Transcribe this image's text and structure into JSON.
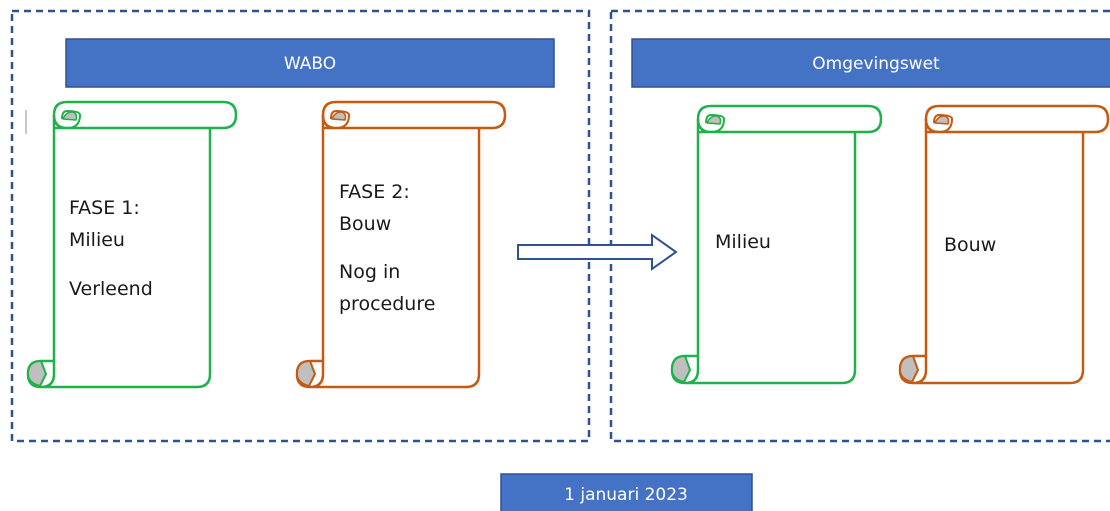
{
  "colors": {
    "banner_fill": "#4472c4",
    "banner_border": "#2f528f",
    "dashed_border": "#2f528f",
    "milieu_scroll": "#1fb24a",
    "bouw_scroll": "#c55a11",
    "curl_fill": "#bfbfbf",
    "arrow": "#2f528f"
  },
  "wabo": {
    "title": "WABO",
    "phase1": {
      "line1": "FASE 1:",
      "line2": "Milieu",
      "status": "Verleend"
    },
    "phase2": {
      "line1": "FASE 2:",
      "line2": "Bouw",
      "status_line1": "Nog in",
      "status_line2": "procedure"
    }
  },
  "omgevingswet": {
    "title": "Omgevingswet",
    "milieu_label": "Milieu",
    "bouw_label": "Bouw"
  },
  "transition": {
    "date": "1 januari 2023"
  }
}
